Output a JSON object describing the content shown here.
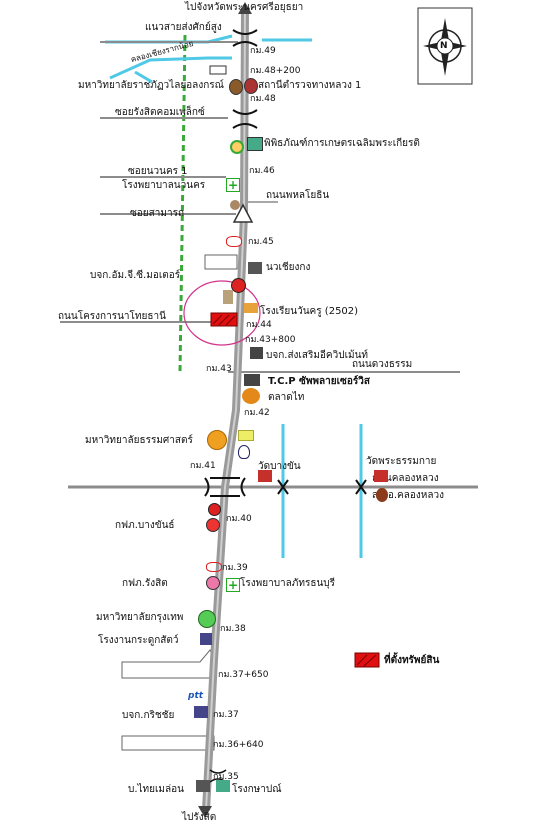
{
  "map": {
    "top_destination": "ไปจังหวัดพระนครศรีอยุธยา",
    "bottom_destination": "ไปรังสิต",
    "compass_letter": "N",
    "colors": {
      "highway": "#9a9a9a",
      "road": "#8c8c8c",
      "canal": "#4fc9e6",
      "rail": "#3aa83a",
      "subject": "#e01010",
      "highlight": "#d2338a"
    },
    "legend": {
      "label": "ที่ตั้งทรัพย์สิน"
    },
    "roads": {
      "r1": "แนวสายส่งศักย์สูง",
      "r2": "คลองเชียงรากน้อย",
      "r3": "ซอยรังสิตคอมเพล็กซ์",
      "r4": "ซอยนวนคร 1",
      "r5": "ถนนพหลโยธิน",
      "r6": "ซอยสามารถ",
      "r7": "ถนนโครงการนาโทยธานี",
      "r8": "ถนนดวงธรรม",
      "r9": "ถนนคลองหลวง"
    },
    "places": {
      "p1": "มหาวิทยาลัยราชภัฏวไลยอลงกรณ์",
      "p2": "สถานีตำรวจทางหลวง 1",
      "p3": "พิพิธภัณฑ์การเกษตรเฉลิมพระเกียรติ",
      "p4": "โรงพยาบาลนวนคร",
      "p5": "นวเชียงกง",
      "p6": "บจก.อัม.จี.ซี.มอเตอร์",
      "p7": "โรงเรียนวันครู (2502)",
      "p8": "บจก.ส่งเสริมอีควิปเม้นท์",
      "p9": "T.C.P ซัพพลายเซอร์วิส",
      "p10": "ตลาดไท",
      "p11": "มหาวิทยาลัยธรรมศาสตร์",
      "p12": "วัดบางขัน",
      "p13": "วัดพระธรรมกาย",
      "p14": "สภ.อ.คลองหลวง",
      "p15": "กฟภ.บางขันธ์",
      "p16": "กฟภ.รังสิต",
      "p17": "โรงพยาบาลภัทรธนบุรี",
      "p18": "มหาวิทยาลัยกรุงเทพ",
      "p19": "โรงงานกระดูกสัตว์",
      "p20": "บจก.กริชชัย",
      "p21": "บ.ไทยเมล่อน",
      "p22": "โรงกษาปณ์",
      "ptt": "ptt"
    },
    "km": {
      "k49": "กม.49",
      "k48_200": "กม.48+200",
      "k48": "กม.48",
      "k46": "กม.46",
      "k45": "กม.45",
      "k44": "กม.44",
      "k43_800": "กม.43+800",
      "k43": "กม.43",
      "k42": "กม.42",
      "k41": "กม.41",
      "k40": "กม.40",
      "k39": "กม.39",
      "k38": "กม.38",
      "k37_650": "กม.37+650",
      "k37": "กม.37",
      "k36_640": "กม.36+640",
      "k35": "กม.35"
    },
    "icons": [
      "compass-icon",
      "university-seal-icon",
      "police-emblem-icon",
      "museum-icon",
      "hospital-cross-icon",
      "gas-station-icon",
      "factory-icon",
      "school-icon",
      "temple-icon",
      "market-icon",
      "bank-icon",
      "station-icon"
    ]
  }
}
